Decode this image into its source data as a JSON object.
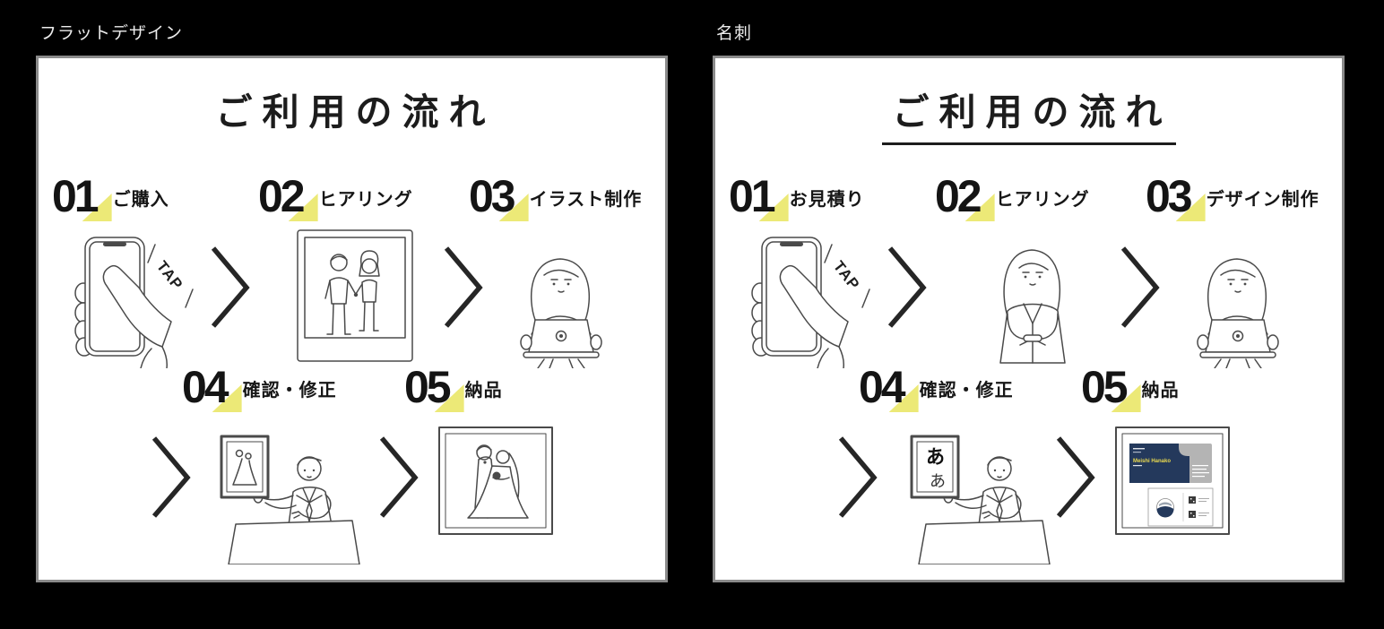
{
  "panels": [
    {
      "label": "フラットデザイン",
      "title": "ご利用の流れ",
      "tap_label": "TAP",
      "steps": [
        {
          "num": "01",
          "label": "ご購入"
        },
        {
          "num": "02",
          "label": "ヒアリング"
        },
        {
          "num": "03",
          "label": "イラスト制作"
        },
        {
          "num": "04",
          "label": "確認・修正"
        },
        {
          "num": "05",
          "label": "納品"
        }
      ]
    },
    {
      "label": "名刺",
      "title": "ご利用の流れ",
      "tap_label": "TAP",
      "sign_text_large": "あ",
      "sign_text_small": "あ",
      "business_card_name": "Meishi Hanako",
      "steps": [
        {
          "num": "01",
          "label": "お見積り"
        },
        {
          "num": "02",
          "label": "ヒアリング"
        },
        {
          "num": "03",
          "label": "デザイン制作"
        },
        {
          "num": "04",
          "label": "確認・修正"
        },
        {
          "num": "05",
          "label": "納品"
        }
      ]
    }
  ],
  "colors": {
    "background": "#000000",
    "panel_background": "#ffffff",
    "panel_border": "#8a8a8a",
    "ink": "#1c1c1c",
    "line_art": "#4a4a4a",
    "accent_yellow": "#ece977",
    "card_navy": "#24395c",
    "card_gray": "#b4b4b4",
    "card_name_yellow": "#e9d94f"
  }
}
